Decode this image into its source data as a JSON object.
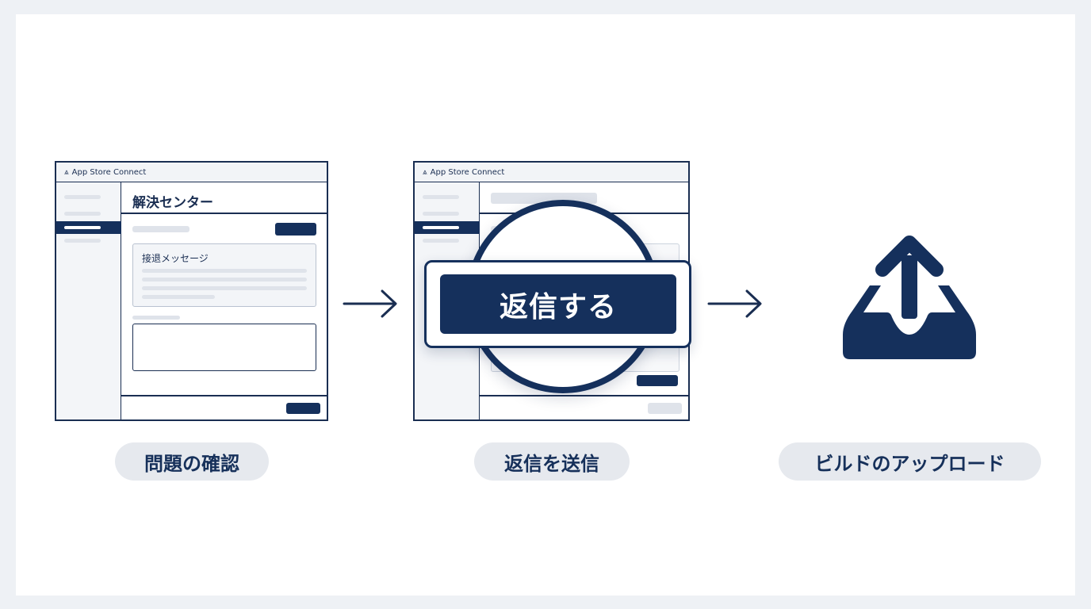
{
  "app_name": "App Store Connect",
  "steps": [
    {
      "caption": "問題の確認",
      "screen_title": "解決センター",
      "message_label": "接退メッセージ"
    },
    {
      "caption": "返信を送信",
      "reply_button_label": "返信する"
    },
    {
      "caption": "ビルドのアップロード",
      "icon": "upload-tray-icon"
    }
  ],
  "colors": {
    "accent": "#15305c",
    "placeholder": "#dfe3ea",
    "pill_bg": "#e6e9ee",
    "background": "#eef1f5"
  }
}
